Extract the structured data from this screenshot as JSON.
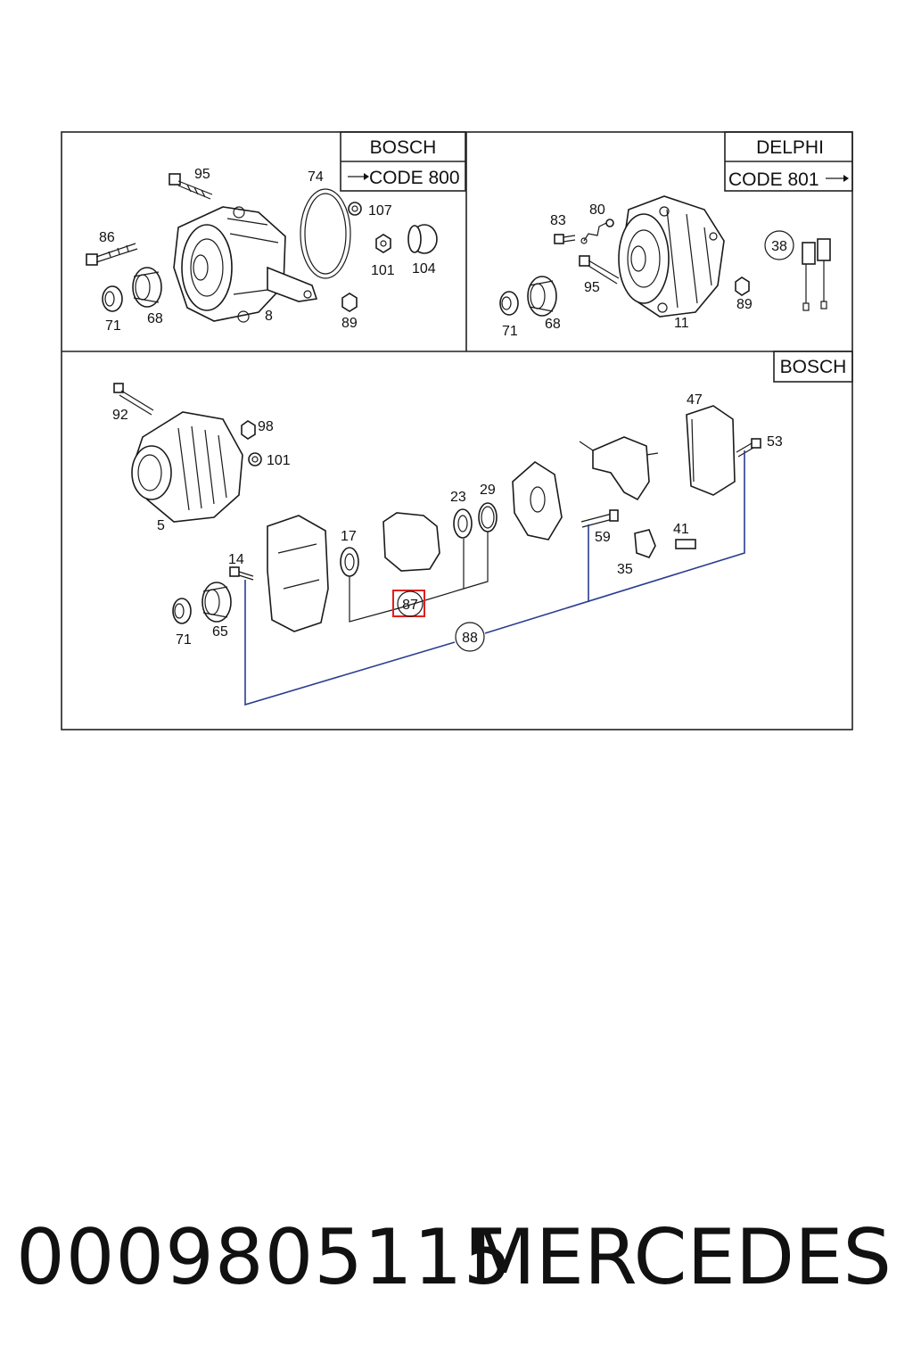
{
  "labels": {
    "bosch_top": "BOSCH",
    "code_800": "CODE 800",
    "delphi": "DELPHI",
    "code_801": "CODE 801",
    "bosch_lower": "BOSCH"
  },
  "callouts": {
    "tl": {
      "p95": "95",
      "p74": "74",
      "p107": "107",
      "p86": "86",
      "p101": "101",
      "p104": "104",
      "p71": "71",
      "p68": "68",
      "p8": "8",
      "p89": "89"
    },
    "tr": {
      "p83": "83",
      "p80": "80",
      "p38": "38",
      "p95": "95",
      "p71": "71",
      "p68": "68",
      "p11": "11",
      "p89": "89"
    },
    "bottom": {
      "p92": "92",
      "p98": "98",
      "p101": "101",
      "p5": "5",
      "p47": "47",
      "p53": "53",
      "p23": "23",
      "p29": "29",
      "p17": "17",
      "p59": "59",
      "p41": "41",
      "p35": "35",
      "p14": "14",
      "p87": "87",
      "p88": "88",
      "p71": "71",
      "p65": "65"
    }
  },
  "highlight_color": "#e02020",
  "footer": {
    "part_number": "0009805115",
    "brand": "MERCEDES"
  }
}
